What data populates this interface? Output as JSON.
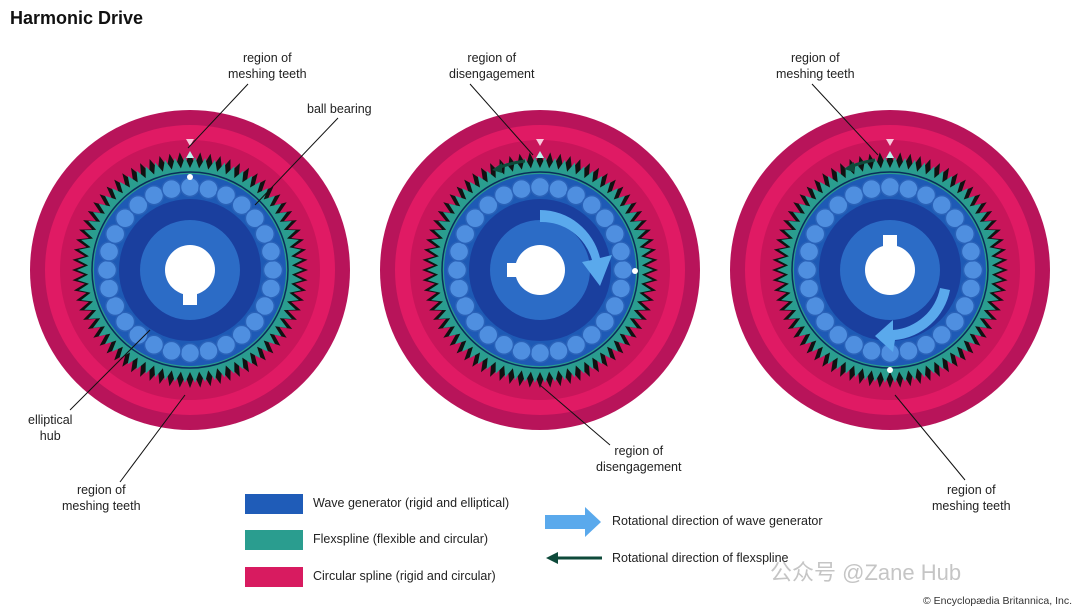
{
  "title": "Harmonic Drive",
  "labels": {
    "g1_top": "region of\nmeshing teeth",
    "g1_ball": "ball bearing",
    "g1_hub": "elliptical\nhub",
    "g1_bottom": "region of\nmeshing teeth",
    "g2_top": "region of\ndisengagement",
    "g2_bottom": "region of\ndisengagement",
    "g3_top": "region of\nmeshing teeth",
    "g3_bottom": "region of\nmeshing teeth"
  },
  "legend": [
    {
      "label": "Wave generator (rigid and elliptical)",
      "color": "#1f5cb8"
    },
    {
      "label": "Flexspline (flexible and circular)",
      "color": "#2a9d8f"
    },
    {
      "label": "Circular spline (rigid and circular)",
      "color": "#d81b60"
    }
  ],
  "arrow_legend": [
    {
      "label": "Rotational direction of wave generator",
      "color": "#5aa9ec"
    },
    {
      "label": "Rotational direction of flexspline",
      "color": "#0e4a3a"
    }
  ],
  "credit": "© Encyclopædia Britannica, Inc.",
  "watermark": "公众号 @Zane Hub",
  "colors": {
    "outer": "#b8145a",
    "pink": "#e01a64",
    "teal": "#2a9d8f",
    "blue": "#1e5ab5",
    "darkblue": "#1a3f9e",
    "hub": "#2c6cc6"
  }
}
